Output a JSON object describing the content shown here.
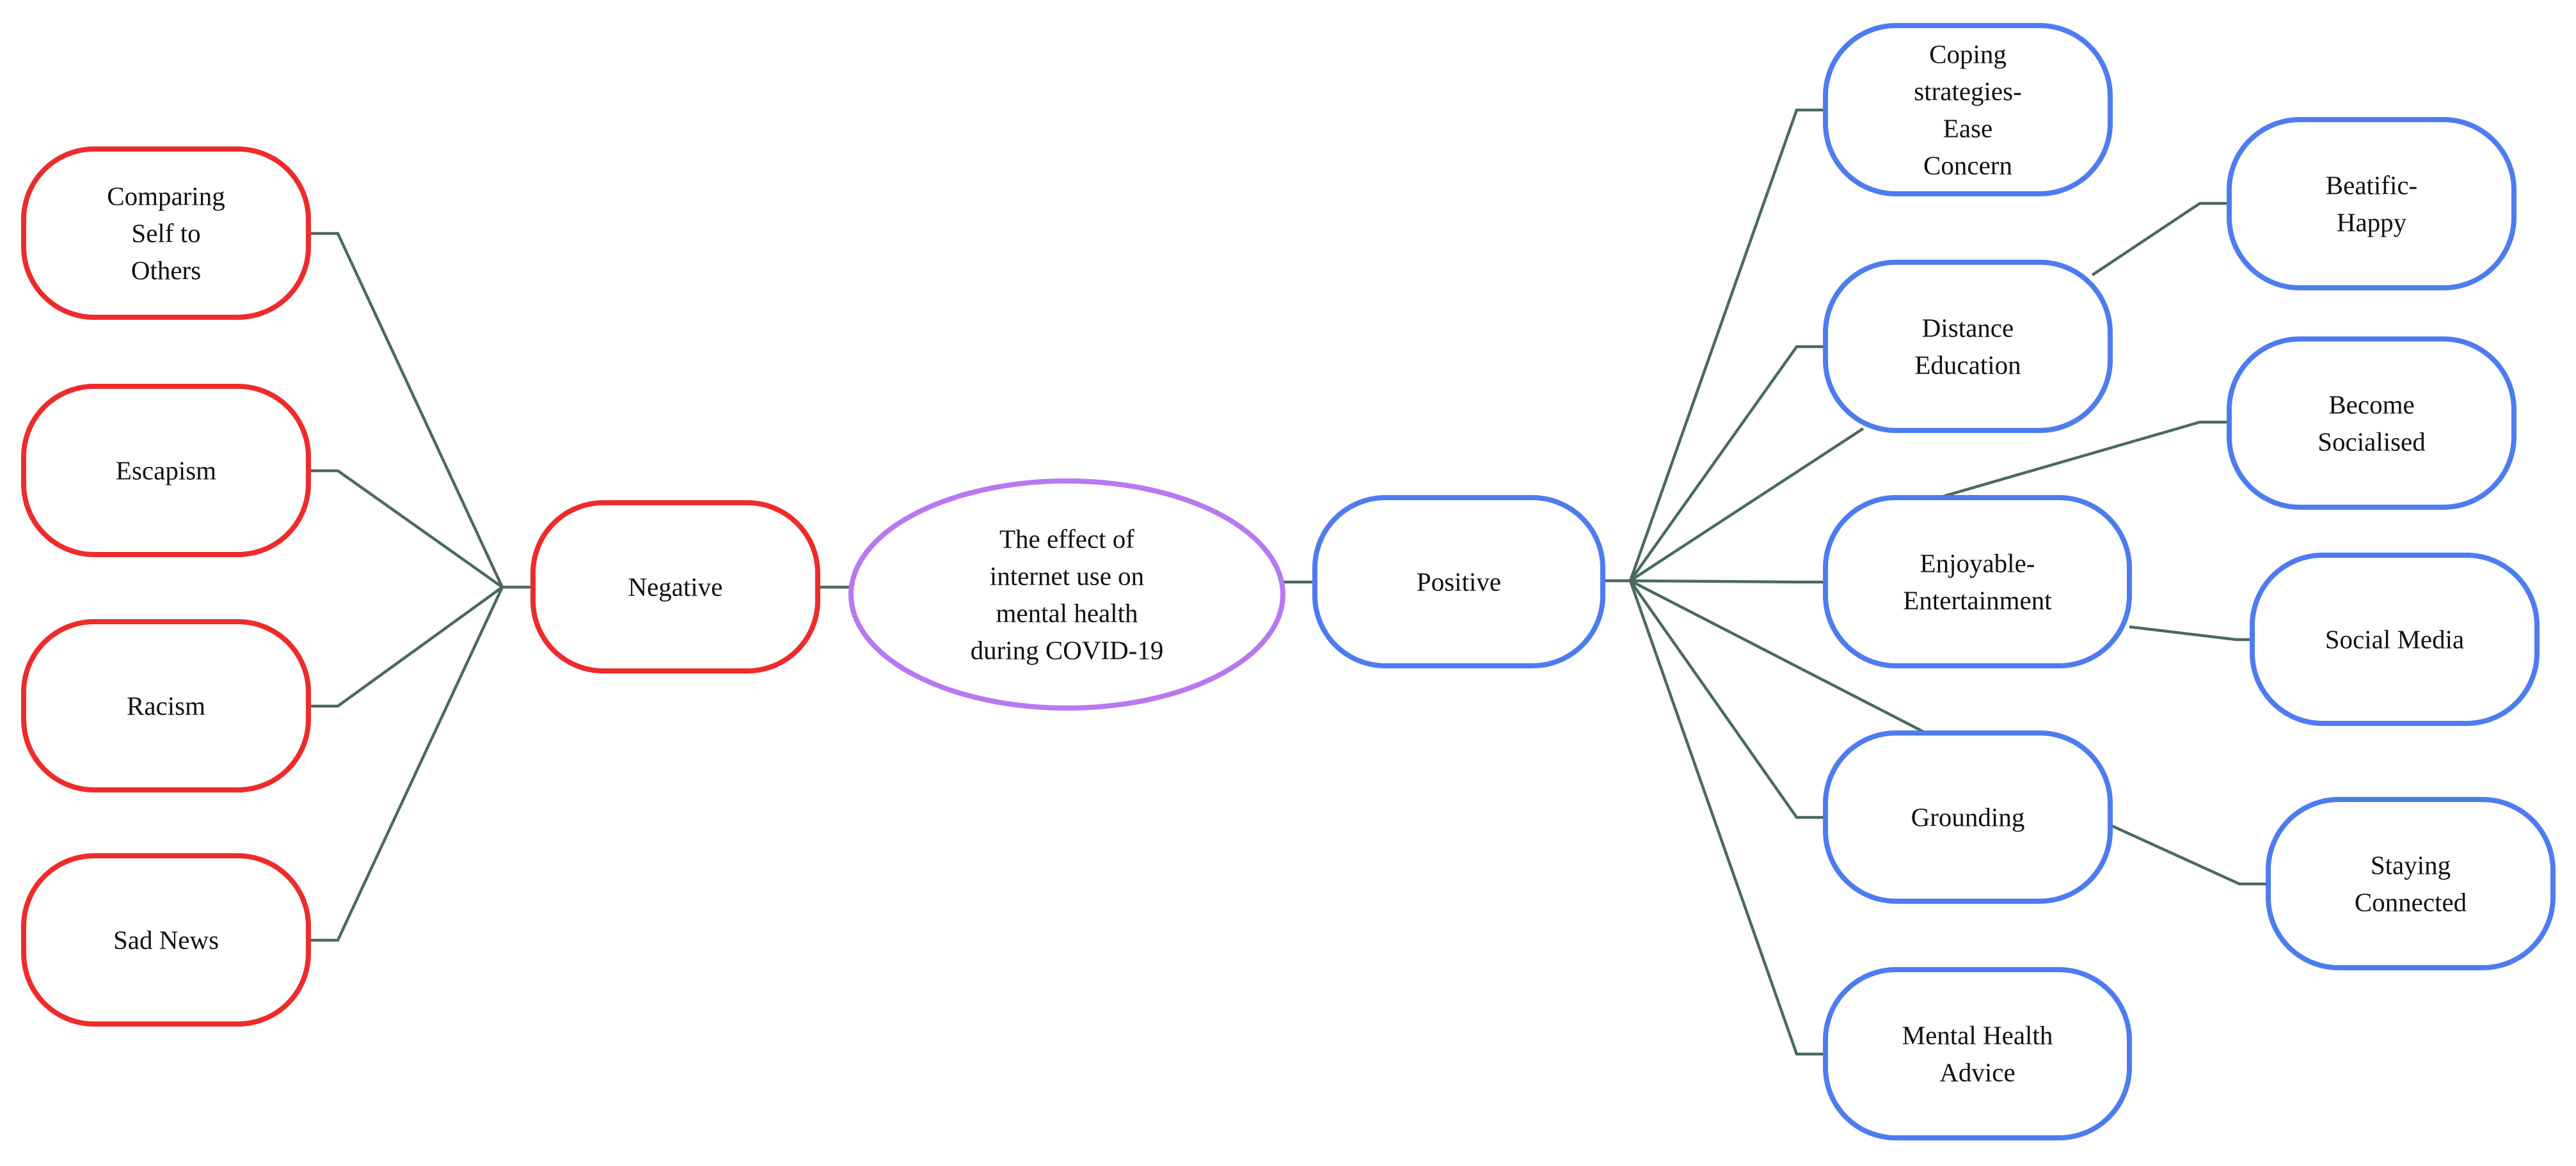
{
  "colors": {
    "negative": "#ee2b2b",
    "positive": "#4d7cf0",
    "center": "#b778f0",
    "connector": "#4a6a5e"
  },
  "center": {
    "lines": [
      "The effect of",
      "internet use on",
      "mental health",
      "during COVID-19"
    ]
  },
  "branches": {
    "negative": {
      "label": [
        "Negative"
      ],
      "children": [
        [
          "Comparing",
          "Self to",
          "Others"
        ],
        [
          "Escapism"
        ],
        [
          "Racism"
        ],
        [
          "Sad News"
        ]
      ]
    },
    "positive": {
      "label": [
        "Positive"
      ],
      "children": [
        [
          "Coping",
          "strategies-",
          "Ease",
          "Concern"
        ],
        [
          "Distance",
          "Education"
        ],
        [
          "Enjoyable-",
          "Entertainment"
        ],
        [
          "Grounding"
        ],
        [
          "Mental Health",
          "Advice"
        ]
      ],
      "sub_children": [
        [
          "Beatific-",
          "Happy"
        ],
        [
          "Become",
          "Socialised"
        ],
        [
          "Social Media"
        ],
        [
          "Staying",
          "Connected"
        ]
      ]
    }
  }
}
